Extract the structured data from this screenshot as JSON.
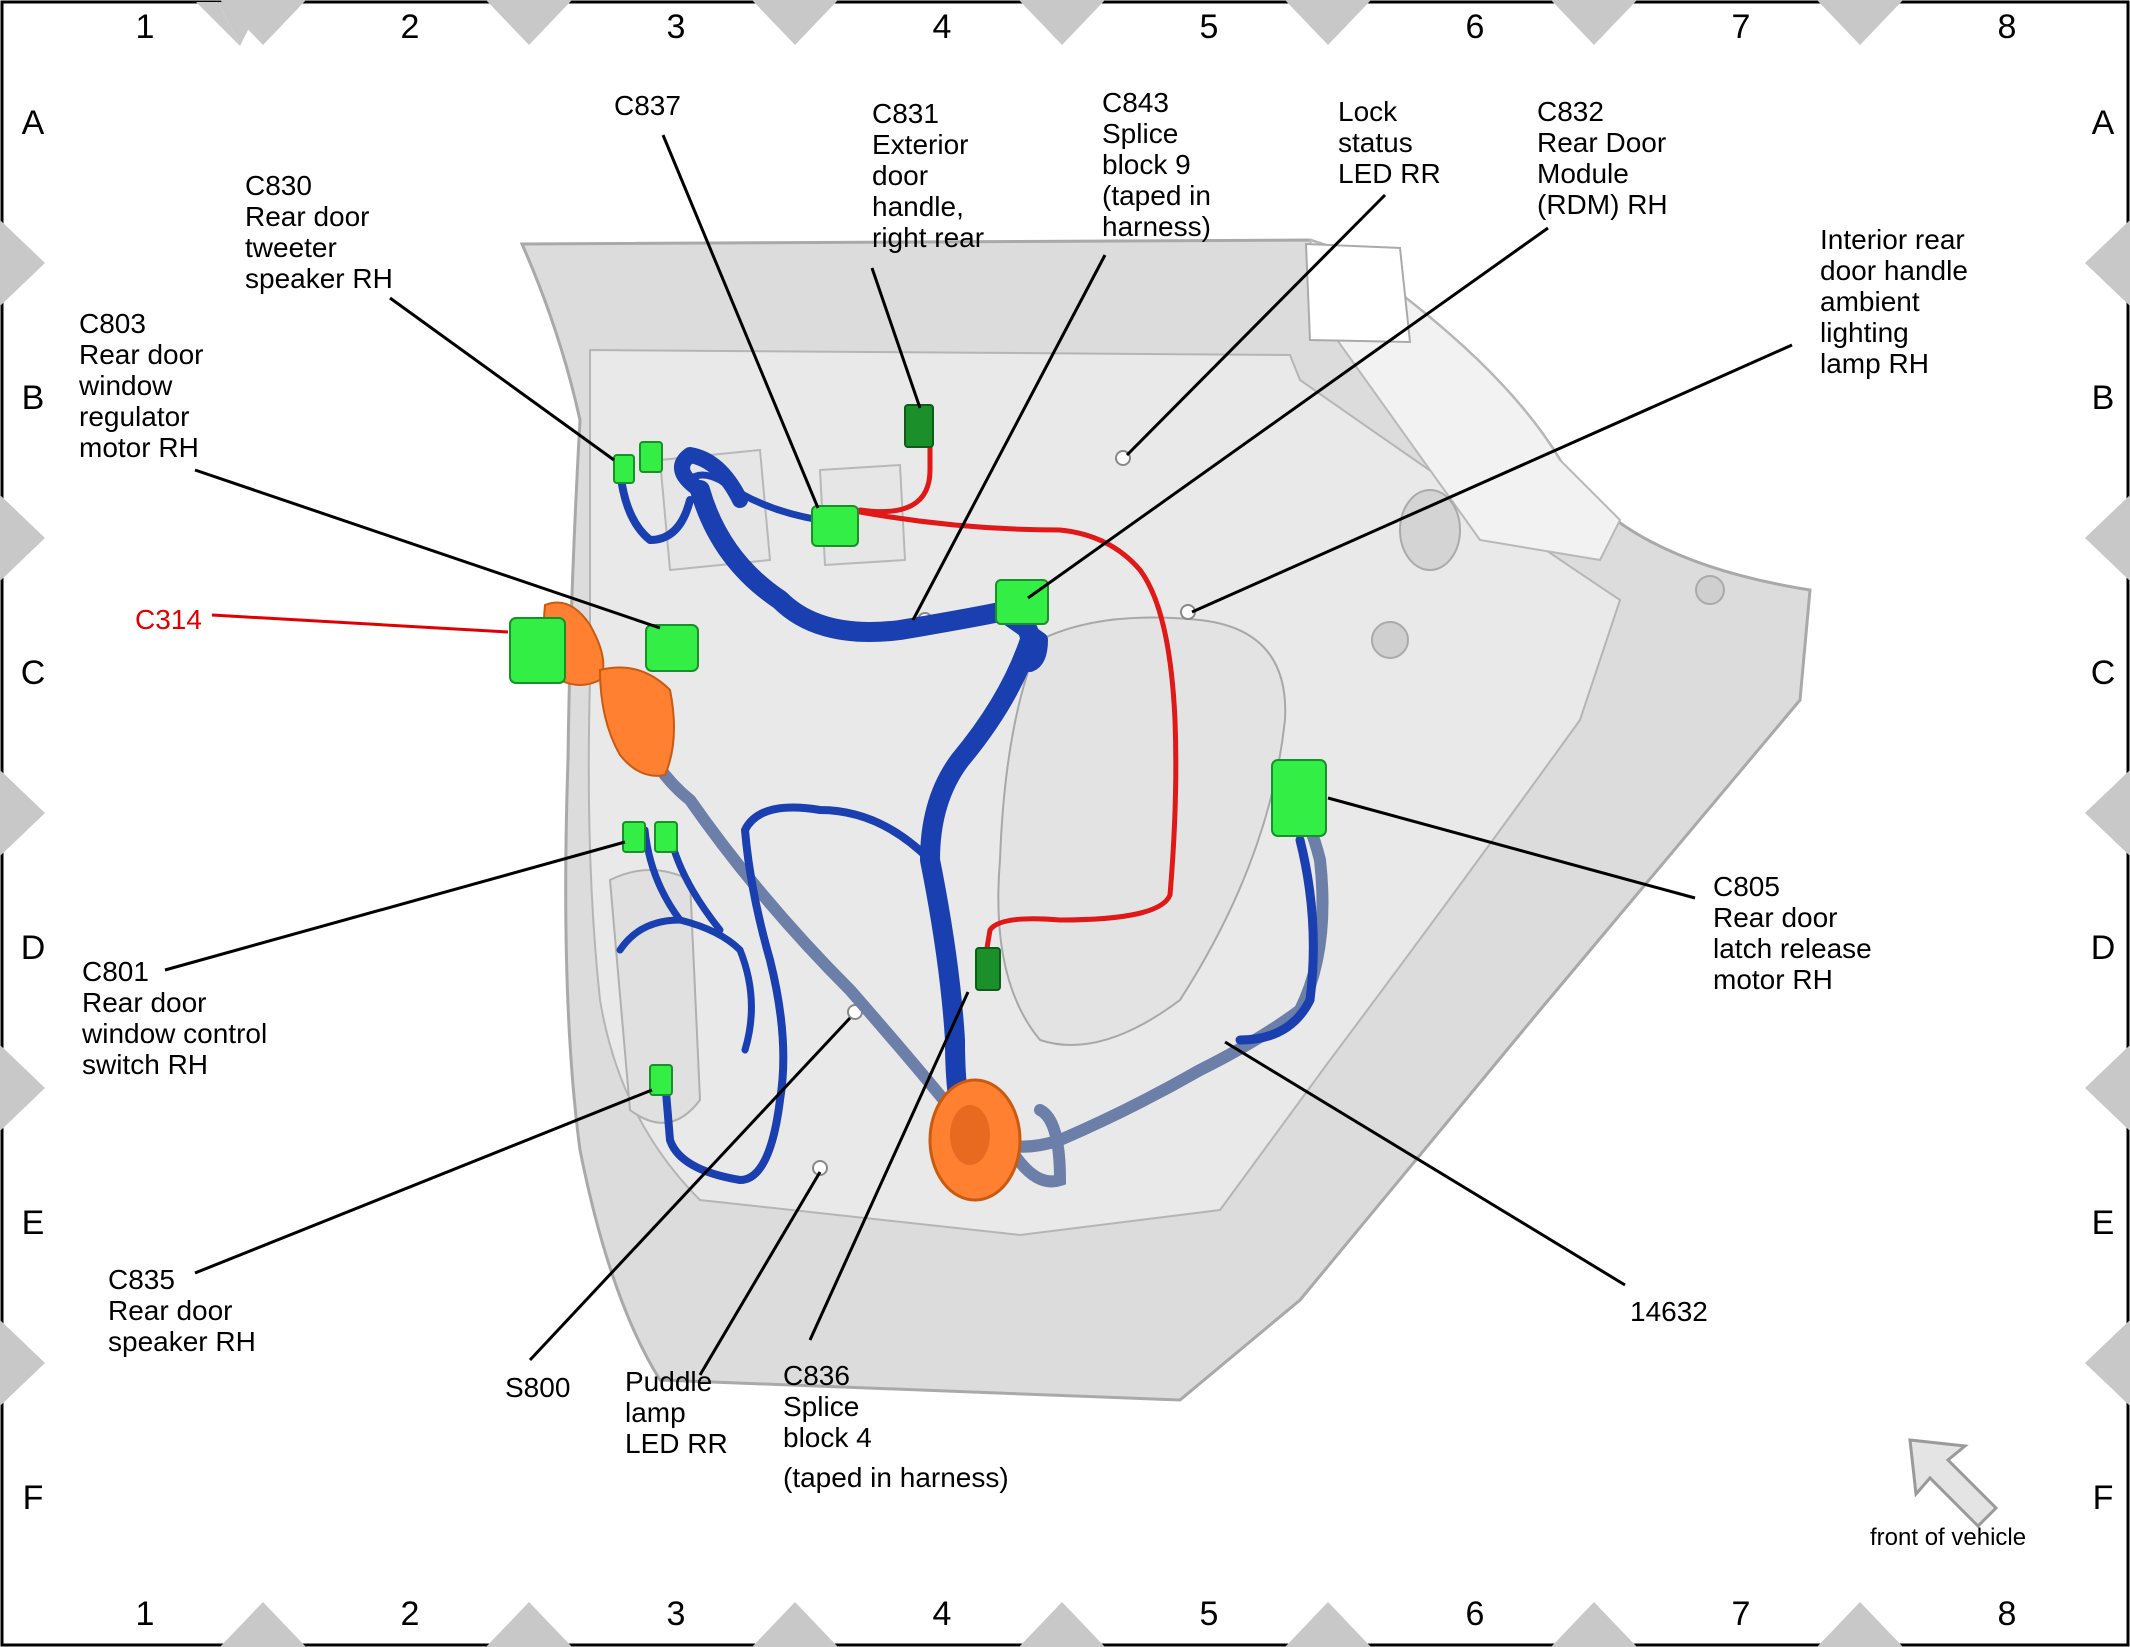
{
  "grid": {
    "columns": [
      "1",
      "2",
      "3",
      "4",
      "5",
      "6",
      "7",
      "8"
    ],
    "rows": [
      "A",
      "B",
      "C",
      "D",
      "E",
      "F"
    ]
  },
  "callouts": {
    "c837": "C837",
    "c831": "C831\nExterior\ndoor\nhandle,\nright rear",
    "c843": "C843\nSplice\nblock 9\n(taped in\nharness)",
    "lock": "Lock\nstatus\nLED RR",
    "c832": "C832\nRear Door\nModule\n(RDM) RH",
    "interior": "Interior rear\ndoor handle\nambient\nlighting\nlamp RH",
    "c830": "C830\nRear door\ntweeter\nspeaker RH",
    "c803": "C803\nRear door\nwindow\nregulator\nmotor RH",
    "c314": "C314",
    "c805": "C805\nRear door\nlatch release\nmotor RH",
    "c801": "C801\nRear door\nwindow control\nswitch RH",
    "c835": "C835\nRear door\nspeaker RH",
    "s800": "S800",
    "puddle": "Puddle\nlamp\nLED RR",
    "c836": "C836\nSplice\nblock 4",
    "c836_note": "(taped in harness)",
    "harness": "14632"
  },
  "front_of_vehicle": "front of vehicle",
  "colors": {
    "connector": "#33ee44",
    "connector_dark": "#1a8f2a",
    "highlight_connector": "#ff8030",
    "harness_blue": "#1a3fb0",
    "harness_grey": "#6b7fa8",
    "wire_red": "#e01818",
    "door_panel": "#d6d6d6",
    "callout_red": "#e00000",
    "border_chevron": "#c8c8c8"
  }
}
